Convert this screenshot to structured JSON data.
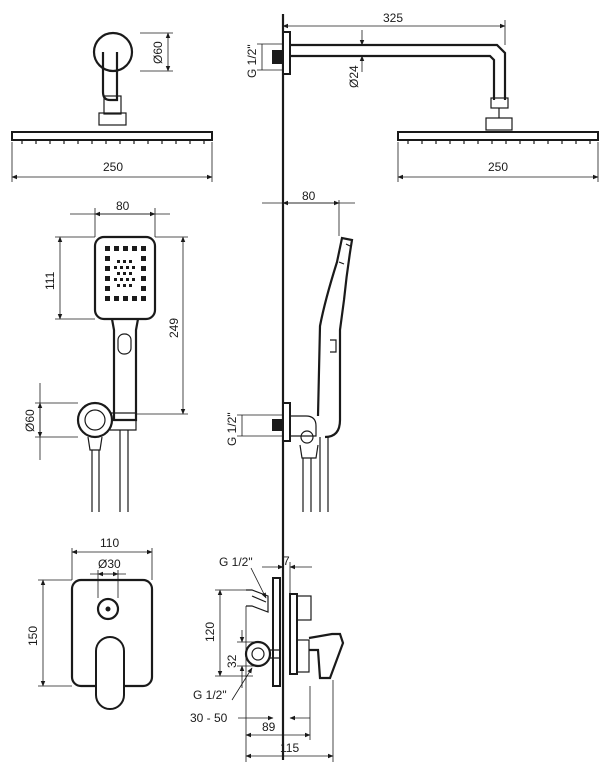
{
  "labels": {
    "head_diam": "Ø60",
    "head_width_left": "250",
    "head_width_right": "250",
    "arm_length": "325",
    "arm_diam": "Ø24",
    "thread_top": "G 1/2\"",
    "hand_width": "80",
    "hand_head_height": "111",
    "hand_total_height": "249",
    "holder_diam": "Ø60",
    "hand_side_width": "80",
    "thread_mid": "G 1/2\"",
    "plate_width": "110",
    "knob_diam": "Ø30",
    "plate_height": "150",
    "thread_mixer_top": "G 1/2\"",
    "wall_gap": "7",
    "body_height": "120",
    "outlet_offset": "32",
    "thread_mixer_bottom": "G 1/2\"",
    "depth_range": "30 - 50",
    "depth_89": "89",
    "depth_115": "115"
  }
}
